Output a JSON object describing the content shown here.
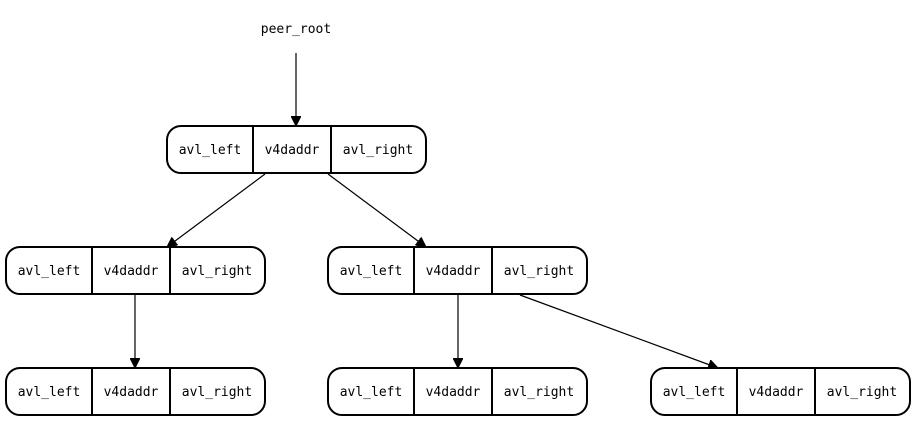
{
  "diagram": {
    "root_label": "peer_root",
    "node_fields": [
      "avl_left",
      "v4daddr",
      "avl_right"
    ],
    "nodes": [
      {
        "id": "n0",
        "fields": [
          "avl_left",
          "v4daddr",
          "avl_right"
        ]
      },
      {
        "id": "n1",
        "fields": [
          "avl_left",
          "v4daddr",
          "avl_right"
        ]
      },
      {
        "id": "n2",
        "fields": [
          "avl_left",
          "v4daddr",
          "avl_right"
        ]
      },
      {
        "id": "n3",
        "fields": [
          "avl_left",
          "v4daddr",
          "avl_right"
        ]
      },
      {
        "id": "n4",
        "fields": [
          "avl_left",
          "v4daddr",
          "avl_right"
        ]
      },
      {
        "id": "n5",
        "fields": [
          "avl_left",
          "v4daddr",
          "avl_right"
        ]
      }
    ],
    "edges": [
      {
        "from": "root",
        "to": "n0"
      },
      {
        "from": "n0",
        "to": "n1"
      },
      {
        "from": "n0",
        "to": "n2"
      },
      {
        "from": "n1",
        "to": "n3"
      },
      {
        "from": "n2",
        "to": "n4"
      },
      {
        "from": "n2",
        "to": "n5"
      }
    ]
  }
}
